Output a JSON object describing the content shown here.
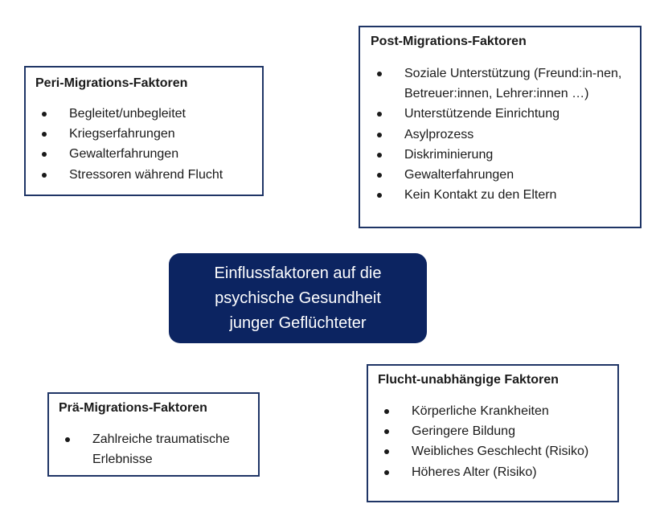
{
  "center": {
    "title": "Einflussfaktoren auf die psychische Gesundheit junger Geflüchteter",
    "bg_color": "#0c2461",
    "text_color": "#ffffff"
  },
  "boxes": {
    "peri": {
      "title": "Peri-Migrations-Faktoren",
      "items": [
        "Begleitet/unbegleitet",
        "Kriegserfahrungen",
        "Gewalterfahrungen",
        "Stressoren während Flucht"
      ]
    },
    "post": {
      "title": "Post-Migrations-Faktoren",
      "items": [
        "Soziale Unterstützung (Freund:in-nen, Betreuer:innen, Lehrer:innen …)",
        "Unterstützende Einrichtung",
        "Asylprozess",
        "Diskriminierung",
        "Gewalterfahrungen",
        "Kein Kontakt zu den Eltern"
      ]
    },
    "prae": {
      "title": "Prä-Migrations-Faktoren",
      "items": [
        "Zahlreiche traumatische Erlebnisse"
      ]
    },
    "unabh": {
      "title": "Flucht-unabhängige Faktoren",
      "items": [
        "Körperliche Krankheiten",
        "Geringere Bildung",
        "Weibliches Geschlecht (Risiko)",
        "Höheres Alter (Risiko)"
      ]
    }
  },
  "colors": {
    "box_border": "#1f3566"
  }
}
